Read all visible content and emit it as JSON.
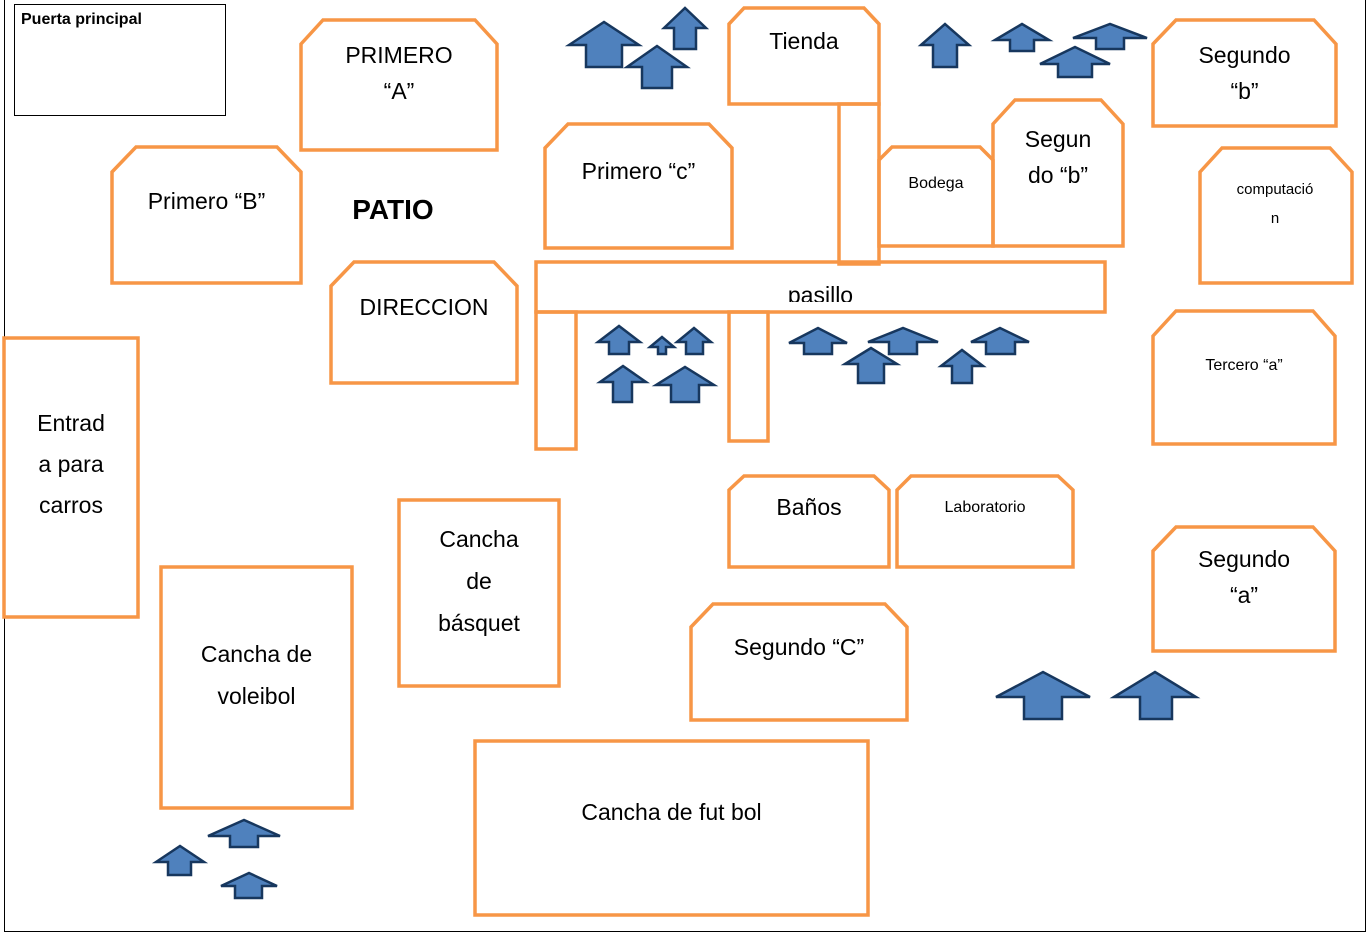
{
  "entrance": {
    "label": "Puerta principal"
  },
  "rooms": {
    "primero_a": "PRIMERO\n“A”",
    "primero_b": "Primero “B”",
    "primero_c": "Primero “c”",
    "tienda": "Tienda",
    "segundo_b_top": "Segundo\n“b”",
    "bodega": "Bodega",
    "segundo_b_mid": "Segun\ndo “b”",
    "computacion": "computació\nn",
    "direccion": "DIRECCION",
    "pasillo": "pasillo",
    "tercero_a": "Tercero “a”",
    "entrada_carros": "Entrad\na para\ncarros",
    "banos": "Baños",
    "laboratorio": "Laboratorio",
    "cancha_basquet": "Cancha\nde\nbásquet",
    "segundo_a": "Segundo\n“a”",
    "segundo_c": "Segundo “C”",
    "cancha_voleibol": "Cancha de\nvoleibol",
    "cancha_futbol": "Cancha de fut bol"
  },
  "patio": {
    "label": "PATIO"
  },
  "colors": {
    "room_border": "#f79646",
    "arrow_fill": "#4f81bd",
    "arrow_stroke": "#17375e"
  },
  "icons": {
    "arrow": "up-arrow-icon"
  }
}
